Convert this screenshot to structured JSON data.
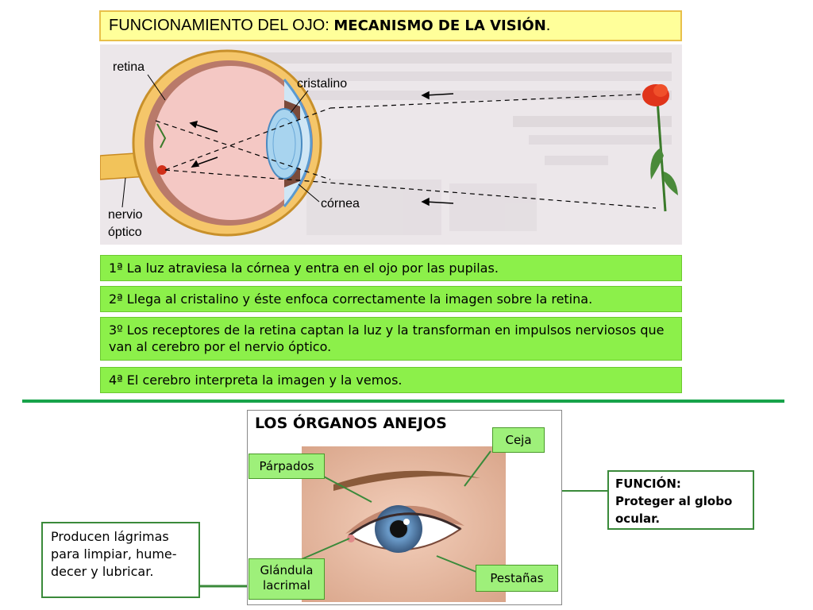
{
  "title": {
    "regular": "FUNCIONAMIENTO DEL OJO",
    "bold": "MECANISMO DE LA VISIÓN"
  },
  "diagram": {
    "labels": {
      "retina": "retina",
      "cristalino": "cristalino",
      "cornea": "córnea",
      "nervio": "nervio",
      "optico": "óptico"
    }
  },
  "steps": [
    "1ª La luz atraviesa la córnea y entra en el ojo por las pupilas.",
    "2ª Llega al cristalino y éste enfoca correctamente la imagen sobre la retina.",
    "3º Los receptores de la retina captan la luz y la transforman en impulsos nerviosos que van al cerebro por el nervio óptico.",
    "4ª El cerebro interpreta la imagen y la vemos."
  ],
  "organs": {
    "title": "LOS ÓRGANOS ANEJOS",
    "labels": {
      "ceja": "Ceja",
      "parpados": "Párpados",
      "glandula_1": "Glándula",
      "glandula_2": "lacrimal",
      "pestanas": "Pestañas"
    }
  },
  "notes": {
    "left": [
      "Producen lágrimas",
      "para limpiar, hume-",
      "decer y lubricar."
    ],
    "right": [
      "FUNCIÓN:",
      "Proteger al globo",
      "ocular."
    ]
  },
  "colors": {
    "step_bg": "#8cf04a",
    "title_bg": "#ffff9a",
    "divider": "#17a34a",
    "label_bg": "#9ef07a"
  }
}
